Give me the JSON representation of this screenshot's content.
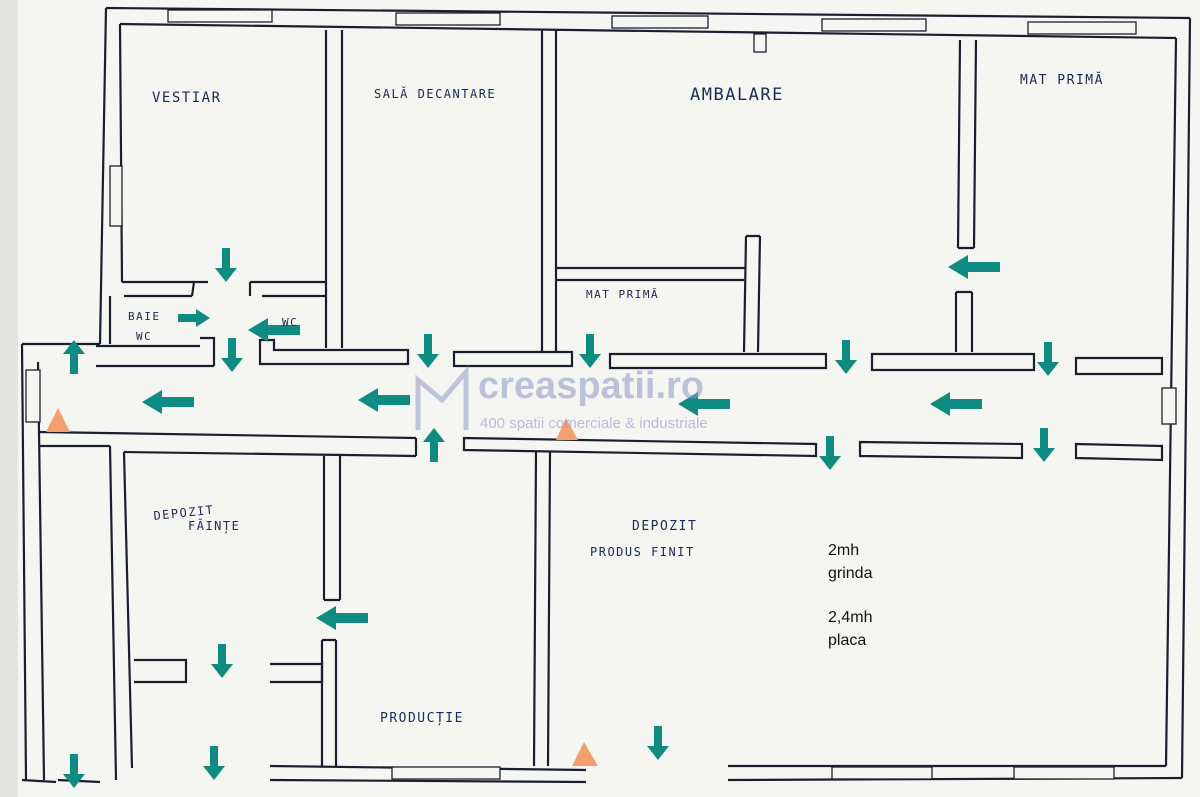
{
  "rooms": {
    "vestiar": "VESTIAR",
    "sala_decantare": "SALĂ DECANTARE",
    "ambalare": "AMBALARE",
    "mat_prima_top": "MAT PRIMĂ",
    "mat_prima_mid": "MAT PRIMĂ",
    "baie": "BAIE",
    "wc_left": "WC",
    "wc_right": "WC",
    "depozit_fainte_1": "DEPOZIT",
    "depozit_fainte_2": "FĂINȚE",
    "depozit_produs_1": "DEPOZIT",
    "depozit_produs_2": "PRODUS FINIT",
    "productie": "PRODUCȚIE"
  },
  "notes": {
    "line1": "2mh",
    "line2": "grinda",
    "line3": "2,4mh",
    "line4": "placa"
  },
  "watermark": {
    "brand": "creaspatii.ro",
    "tagline": "400 spatii comerciale & industriale"
  },
  "colors": {
    "paper": "#f6f6f3",
    "wall": "#1a1f2e",
    "arrow": "#0f8c82",
    "cone": "#f4a06e",
    "watermark": "#8f98c9"
  }
}
